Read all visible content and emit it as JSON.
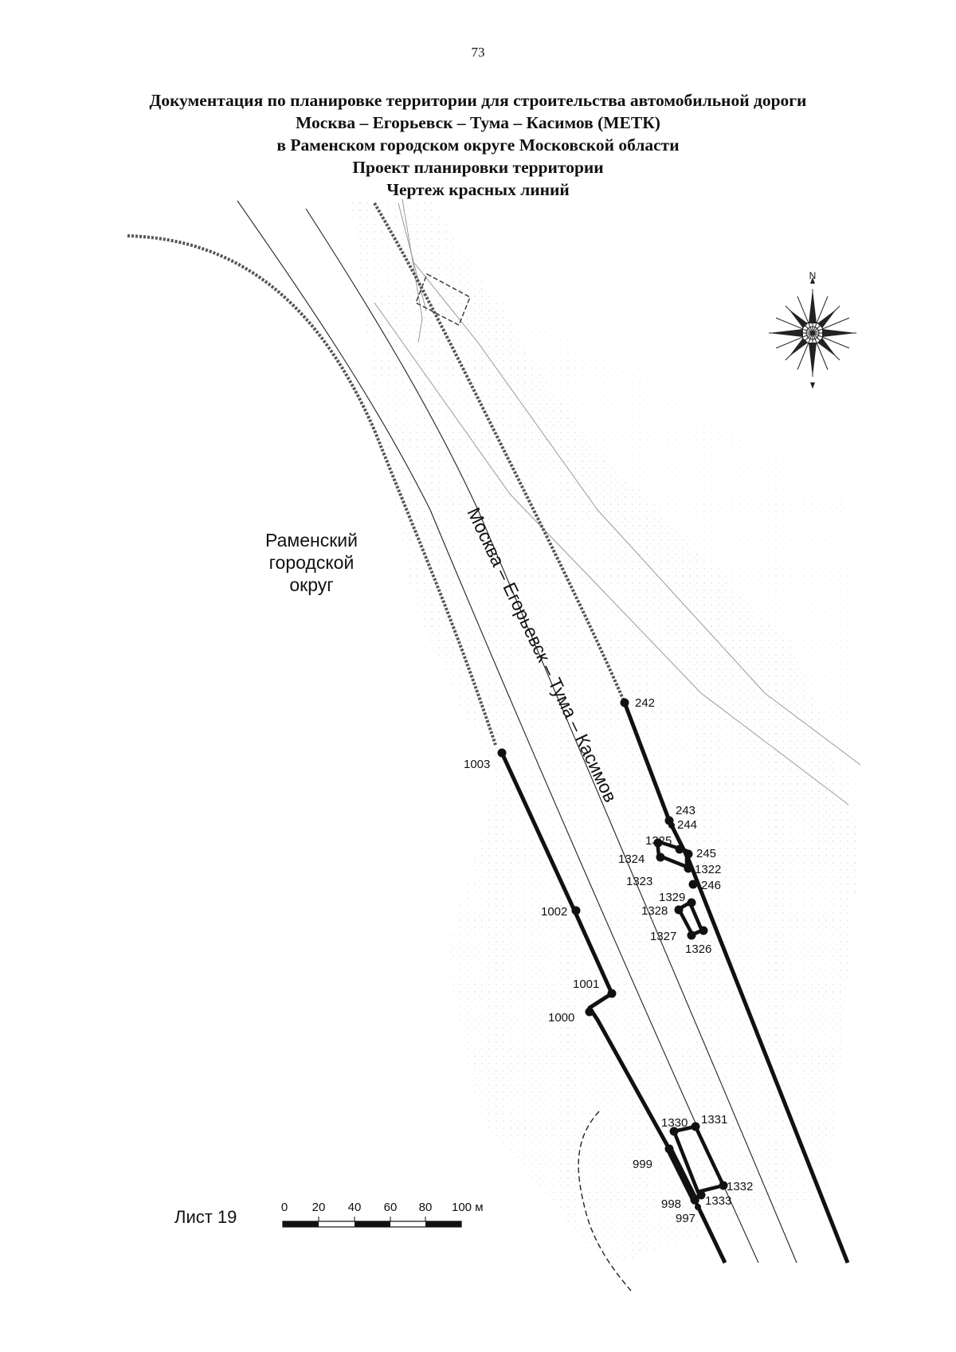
{
  "page_number": "73",
  "header": {
    "lines": [
      "Документация по планировке территории для строительства автомобильной дороги",
      "Москва – Егорьевск – Тума – Касимов (МЕТК)",
      "в Раменском городском округе Московской области",
      "Проект планировки территории",
      "Чертеж красных линий"
    ]
  },
  "map": {
    "district_label": [
      "Раменский",
      "городской",
      "округ"
    ],
    "road_label": "Москва – Егорьевск – Тума – Касимов",
    "compass": {
      "north": "N",
      "icon": "compass-rose-icon"
    },
    "colors": {
      "ink": "#111111",
      "faint": "#9a9a9a",
      "background": "#ffffff"
    },
    "point_labels": {
      "p242": "242",
      "p243": "243",
      "p244": "244",
      "p245": "245",
      "p246": "246",
      "p1003": "1003",
      "p1002": "1002",
      "p1001": "1001",
      "p1000": "1000",
      "p999": "999",
      "p998": "998",
      "p997": "997",
      "p1322": "1322",
      "p1323": "1323",
      "p1324": "1324",
      "p1325": "1325",
      "p1326": "1326",
      "p1327": "1327",
      "p1328": "1328",
      "p1329": "1329",
      "p1330": "1330",
      "p1331": "1331",
      "p1332": "1332",
      "p1333": "1333"
    }
  },
  "scale_bar": {
    "ticks": [
      "0",
      "20",
      "40",
      "60",
      "80",
      "100 м"
    ]
  },
  "sheet_label": "Лист 19"
}
